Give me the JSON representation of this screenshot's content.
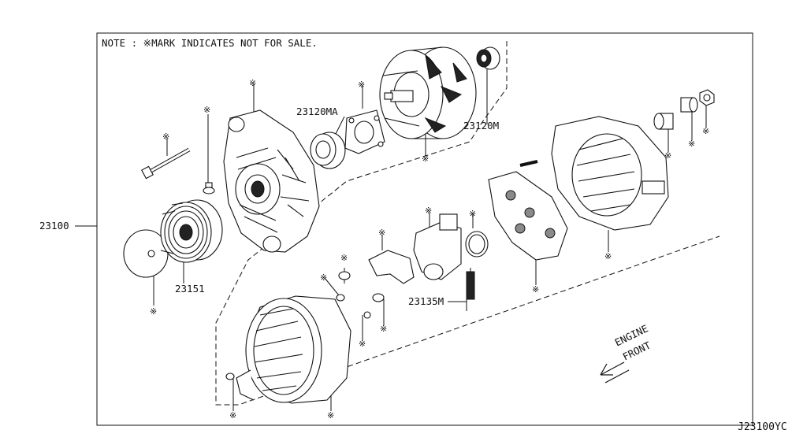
{
  "note": "NOTE : ※MARK INDICATES NOT FOR SALE.",
  "not_for_sale_mark": "※",
  "part_numbers": {
    "assembly": "23100",
    "pulley": "23151",
    "front_bearing": "23120MA",
    "rear_bearing": "23120M",
    "brush": "23135M"
  },
  "direction_label": {
    "line1": "ENGINE",
    "line2": "FRONT"
  },
  "diagram_code": "J23100YC"
}
